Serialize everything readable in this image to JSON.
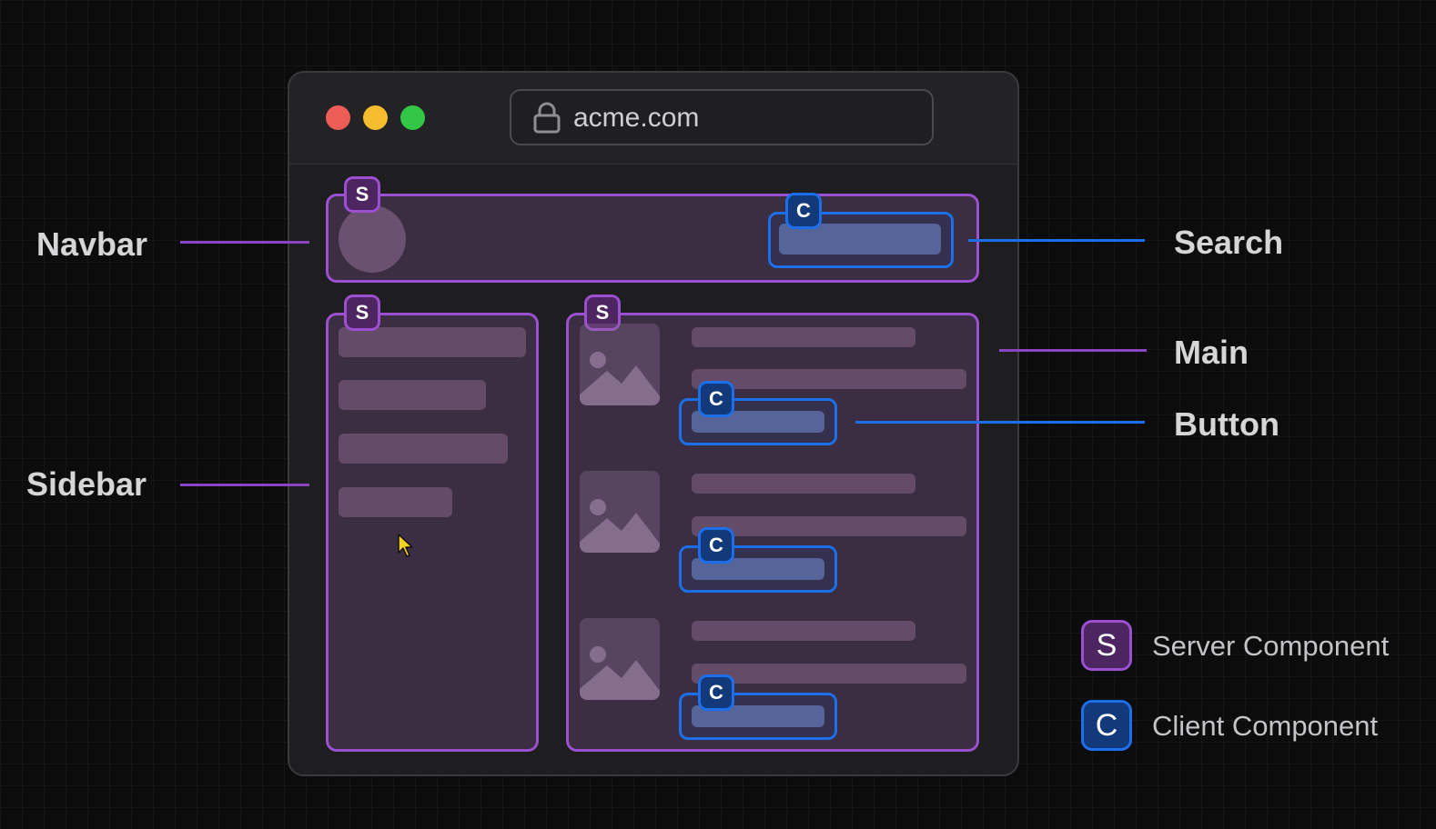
{
  "browser": {
    "url": "acme.com",
    "traffic_lights": [
      "#ed5c56",
      "#f5bd2e",
      "#33c748"
    ]
  },
  "badges": {
    "server_letter": "S",
    "client_letter": "C"
  },
  "labels": {
    "navbar": "Navbar",
    "sidebar": "Sidebar",
    "search": "Search",
    "main": "Main",
    "button": "Button"
  },
  "legend": {
    "server": "Server Component",
    "client": "Client Component"
  },
  "colors": {
    "server": "#9c4fd0",
    "client": "#1c6fe8",
    "background": "#0c0c0d"
  }
}
